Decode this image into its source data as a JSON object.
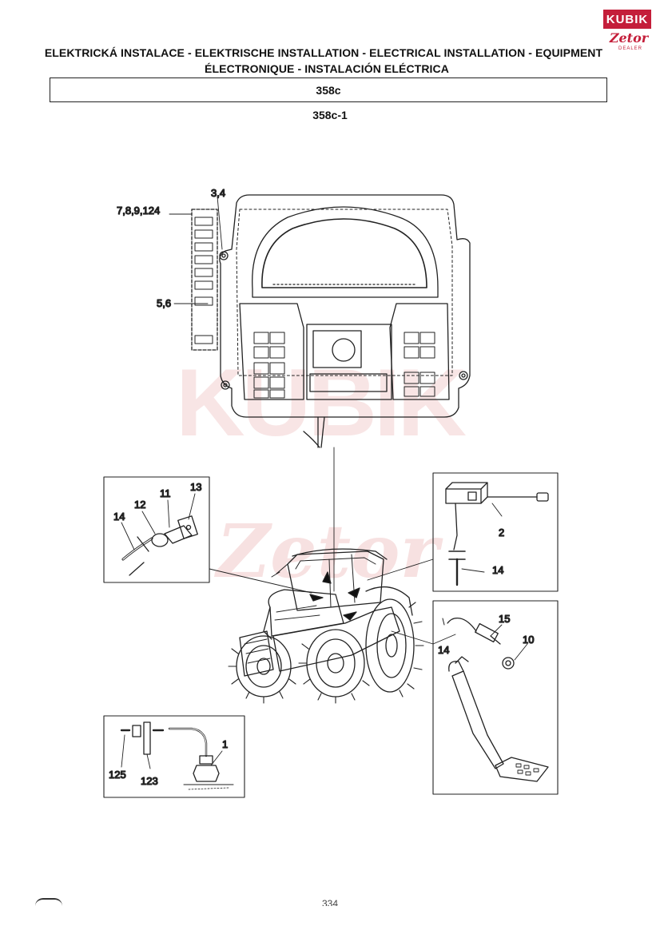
{
  "header": {
    "title_line1": "ELEKTRICKÁ INSTALACE - ELEKTRISCHE INSTALLATION - ELECTRICAL INSTALLATION - EQUIPMENT",
    "title_line2": "ÉLECTRONIQUE - INSTALACIÓN ELÉCTRICA",
    "section_code": "358c",
    "figure_code": "358c-1"
  },
  "logo": {
    "top_text": "KUBIK",
    "bottom_text": "Zetor",
    "sub_text": "DEALER",
    "color": "#c41e3a"
  },
  "watermark": {
    "text_top": "KUBIK",
    "text_bottom": "Zetor"
  },
  "callouts": {
    "dash_top": "3,4",
    "dash_left": "7,8,9,124",
    "dash_mid": "5,6",
    "det_left_13": "13",
    "det_left_11": "11",
    "det_left_12": "12",
    "det_left_14": "14",
    "det_right_2": "2",
    "det_right_14": "14",
    "det_pedal_15": "15",
    "det_pedal_10": "10",
    "det_pedal_14": "14",
    "det_bottom_1": "1",
    "det_bottom_125": "125",
    "det_bottom_123": "123"
  },
  "footer": {
    "page_number": "334"
  }
}
